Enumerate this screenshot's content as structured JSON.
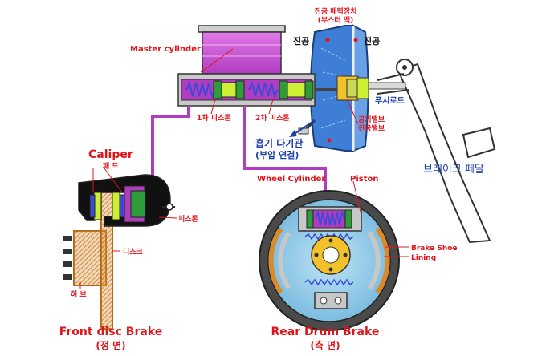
{
  "labels": {
    "vacuum_booster": "진공 배력장치",
    "booster_sub": "(부스터 백)",
    "vacuum_left": "진공",
    "vacuum_right": "진공",
    "master_cylinder": "Master cylinder",
    "primary_piston": "1차 피스톤",
    "secondary_piston": "2차 피스톤",
    "push_rod": "푸시로드",
    "air_valve": "공기밸브",
    "vacuum_valve": "진공밸브",
    "intake_manifold": "흡기 다기관",
    "negative_pressure": "(부압 연결)",
    "brake_pedal": "브레이크 페달",
    "caliper": "Caliper",
    "pad": "패 드",
    "piston_kr": "피스톤",
    "disc": "디스크",
    "hub": "허 브",
    "wheel_cylinder": "Wheel Cylinder",
    "piston_en": "Piston",
    "brake_shoe": "Brake Shoe",
    "lining": "Lining",
    "front_title": "Front disc Brake",
    "front_sub": "(정 면)",
    "rear_title": "Rear Drum Brake",
    "rear_sub": "(측 면)"
  },
  "colors": {
    "fluid": "#b03cc0",
    "fluid_light": "#d86ee6",
    "booster_blue": "#3f7ed6",
    "label_red": "#e0151b",
    "label_blue": "#1c3fa8",
    "disc_orange": "#d98a2b",
    "steel_gray": "#9a9a9a"
  }
}
